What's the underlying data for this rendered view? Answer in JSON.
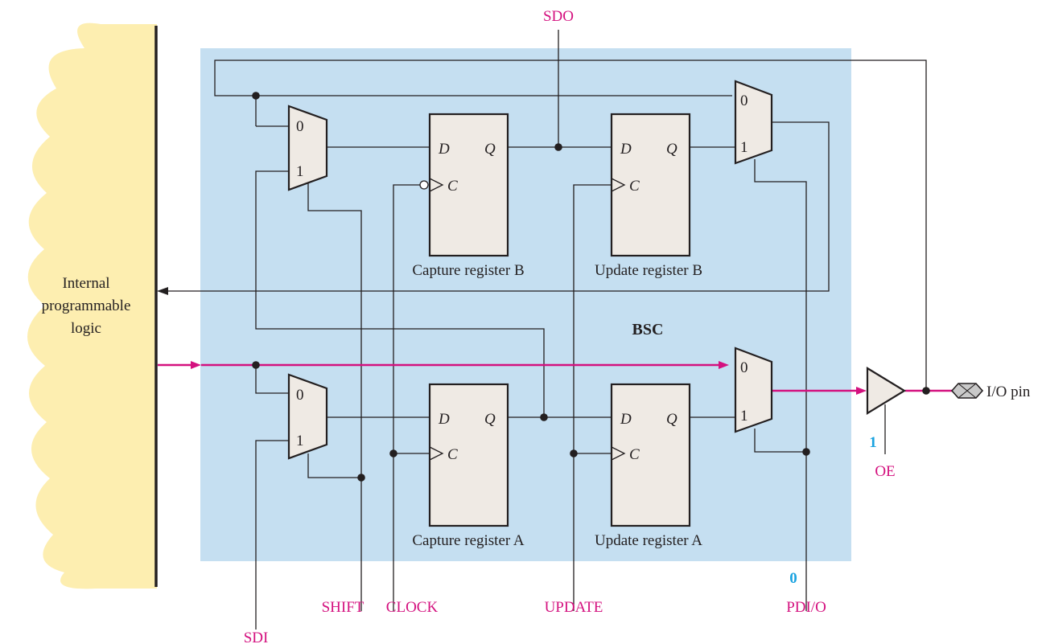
{
  "block": {
    "name": "BSC",
    "core_label_lines": [
      "Internal",
      "programmable",
      "logic"
    ]
  },
  "registers": {
    "capture_b": {
      "label": "Capture register B",
      "d": "D",
      "q": "Q",
      "c": "C"
    },
    "update_b": {
      "label": "Update register B",
      "d": "D",
      "q": "Q",
      "c": "C"
    },
    "capture_a": {
      "label": "Capture register A",
      "d": "D",
      "q": "Q",
      "c": "C"
    },
    "update_a": {
      "label": "Update register A",
      "d": "D",
      "q": "Q",
      "c": "C"
    }
  },
  "mux_inputs": {
    "zero": "0",
    "one": "1"
  },
  "signals": {
    "sdo": "SDO",
    "sdi": "SDI",
    "shift": "SHIFT",
    "clock": "CLOCK",
    "update": "UPDATE",
    "pdio": "PDI/O",
    "oe": "OE",
    "io_pin": "I/O pin"
  },
  "values": {
    "oe": "1",
    "pdio": "0"
  },
  "colors": {
    "accent": "#d4117f",
    "block_fill": "#c5dff1",
    "core_fill": "#fdeeb0",
    "register_fill": "#efeae4",
    "value": "#1ba3e0"
  }
}
